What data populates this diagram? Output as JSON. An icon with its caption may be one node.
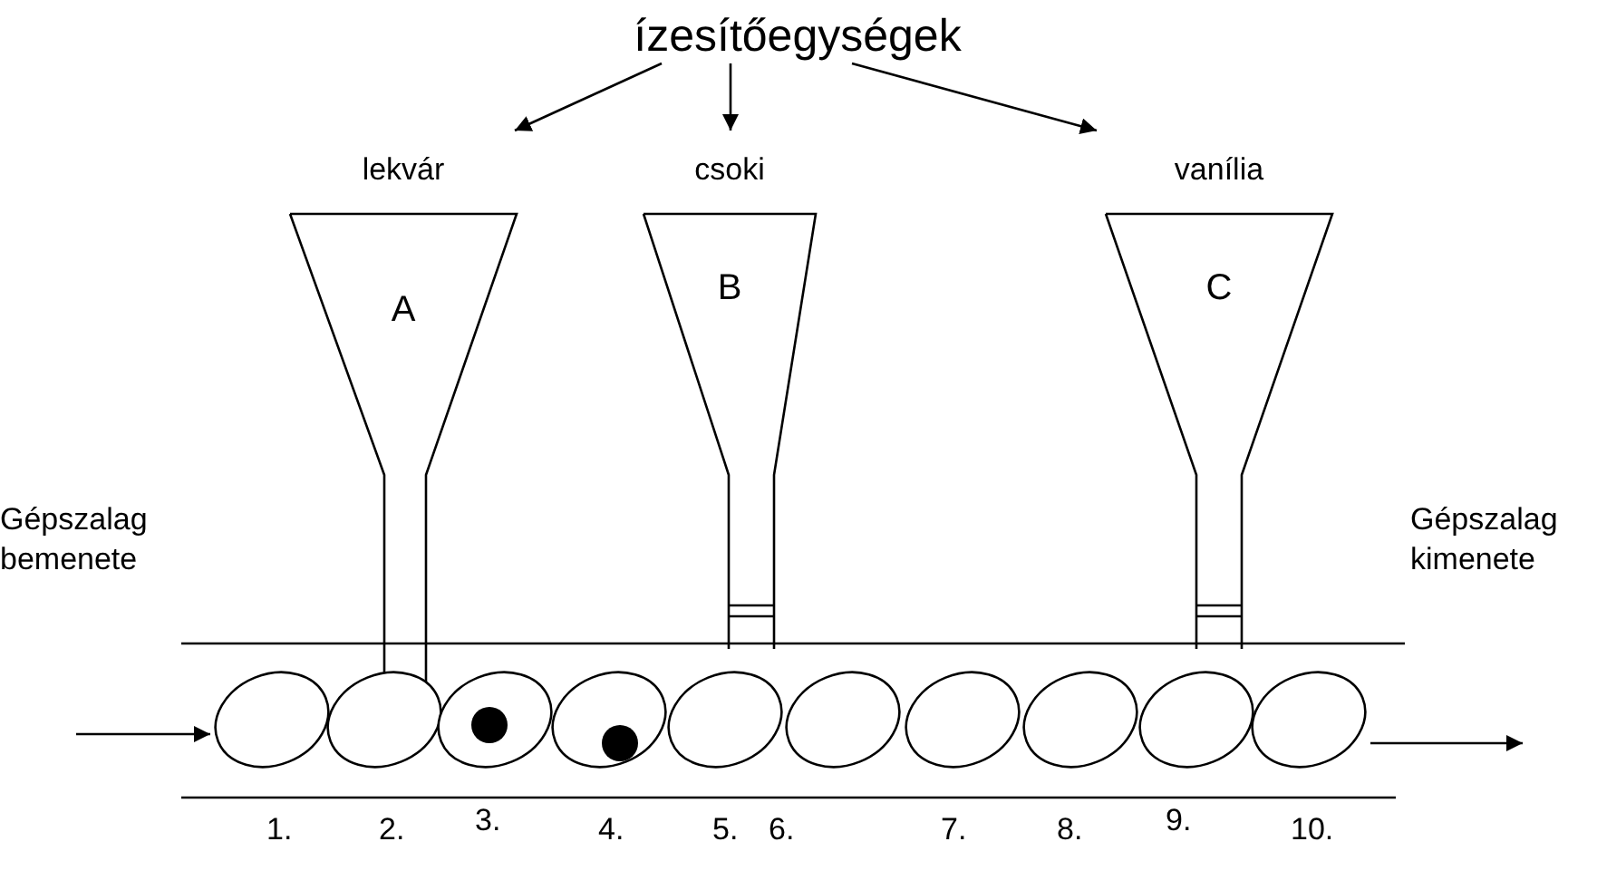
{
  "diagram": {
    "nodes": [
      {
        "text": [
          "ízesítőegységek"
        ]
      },
      {
        "text": [
          "lekvár",
          "A"
        ]
      },
      {
        "text": [
          "csoki",
          "B"
        ]
      },
      {
        "text": [
          "vanília",
          "C"
        ]
      },
      {
        "text": [],
        "shape": "ellipse",
        "beside": [
          "1."
        ]
      },
      {
        "text": [],
        "shape": "ellipse",
        "beside": [
          "2."
        ]
      },
      {
        "text": [],
        "shape": "ellipse",
        "beside": [
          "3."
        ]
      },
      {
        "text": [],
        "shape": "ellipse",
        "beside": [
          "4."
        ]
      },
      {
        "text": [],
        "shape": "ellipse",
        "beside": [
          "5."
        ]
      },
      {
        "text": [],
        "shape": "ellipse",
        "beside": [
          "6."
        ]
      },
      {
        "text": [],
        "shape": "ellipse",
        "beside": [
          "7."
        ]
      },
      {
        "text": [],
        "shape": "ellipse",
        "beside": [
          "8."
        ]
      },
      {
        "text": [],
        "shape": "ellipse",
        "beside": [
          "9."
        ]
      },
      {
        "text": [],
        "shape": "ellipse",
        "beside": [
          "10."
        ]
      }
    ],
    "edges": [
      {
        "from": 0,
        "to": 1,
        "arrow": "to"
      },
      {
        "from": 0,
        "to": 2,
        "arrow": "to"
      },
      {
        "from": 0,
        "to": 3,
        "arrow": "to"
      },
      {
        "from": null,
        "to": 4,
        "arrow": "to"
      },
      {
        "from": 13,
        "to": null,
        "arrow": "to"
      }
    ],
    "labels": [
      "Gépszalag bemenete",
      "Gépszalag kimenete"
    ]
  }
}
